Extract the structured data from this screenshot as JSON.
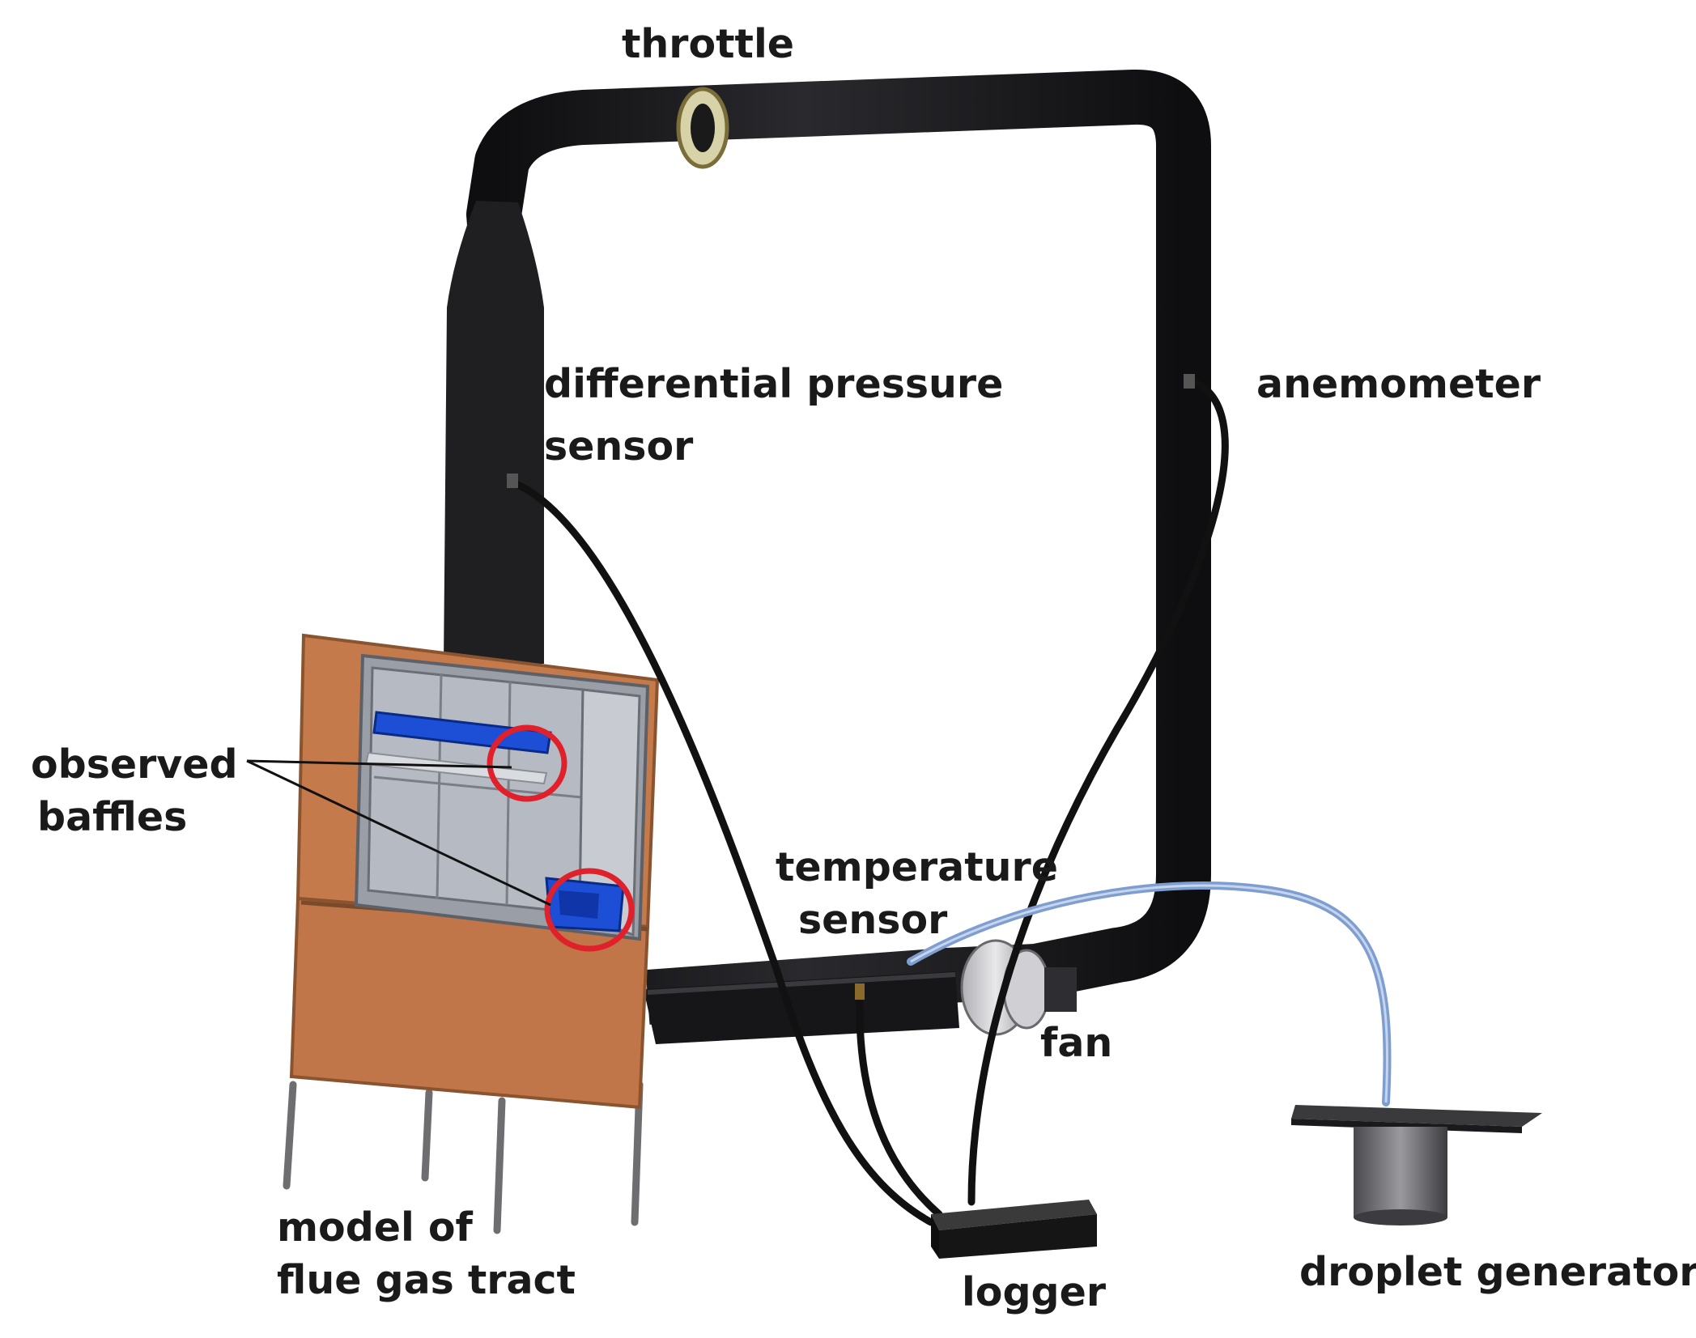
{
  "labels": {
    "throttle": "throttle",
    "dp_sensor_line1": "differential pressure",
    "dp_sensor_line2": "sensor",
    "anemometer": "anemometer",
    "baffles_line1": "observed",
    "baffles_line2": "baffles",
    "temp_sensor_line1": "temperature",
    "temp_sensor_line2": "sensor",
    "fan": "fan",
    "model_line1": "model of",
    "model_line2": "flue gas tract",
    "logger": "logger",
    "droplet_generator": "droplet generator"
  },
  "colors": {
    "pipe": "#1c1c1e",
    "cabinet": "#c47a4a",
    "baffle": "#1c4fd6",
    "highlight_circle": "#e0202a",
    "hose": "#7e9ed0"
  }
}
